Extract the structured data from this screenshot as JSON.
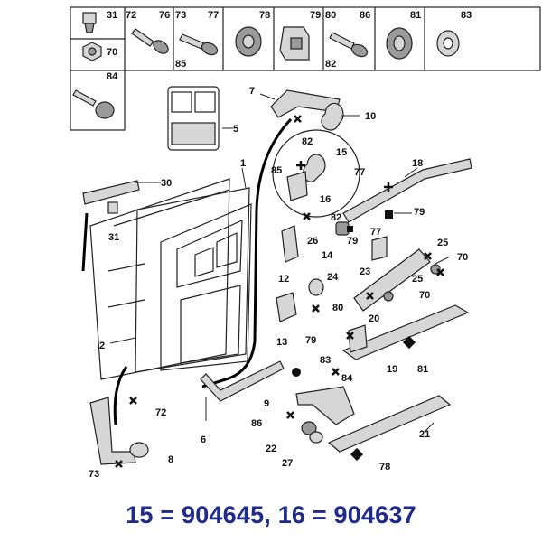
{
  "caption": "15 = 904645, 16 = 904637",
  "callouts": {
    "c1": "1",
    "c2": "2",
    "c5": "5",
    "c6": "6",
    "c7": "7",
    "c8": "8",
    "c9": "9",
    "c10": "10",
    "c12": "12",
    "c13": "13",
    "c14": "14",
    "c15": "15",
    "c16": "16",
    "c18": "18",
    "c19": "19",
    "c20": "20",
    "c21": "21",
    "c22": "22",
    "c23": "23",
    "c24": "24",
    "c25a": "25",
    "c25b": "25",
    "c26": "26",
    "c27": "27",
    "c30": "30",
    "c31": "31",
    "c70a": "70",
    "c70b": "70",
    "c72": "72",
    "c73": "73",
    "c77a": "77",
    "c77b": "77",
    "c78": "78",
    "c79a": "79",
    "c79b": "79",
    "c79c": "79",
    "c80": "80",
    "c81": "81",
    "c82a": "82",
    "c82b": "82",
    "c83": "83",
    "c84": "84",
    "c85": "85",
    "c86": "86"
  },
  "fastener_grid": {
    "cells": [
      "31",
      "70",
      "72",
      "76",
      "73",
      "77",
      "85",
      "78",
      "79",
      "80",
      "86",
      "82",
      "81",
      "83",
      "84"
    ]
  }
}
